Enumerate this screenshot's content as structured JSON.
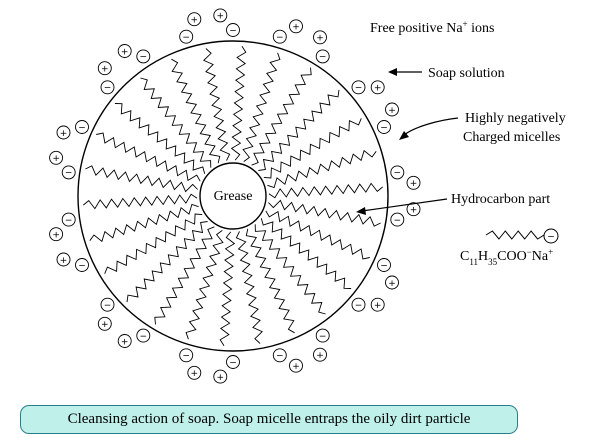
{
  "core_label": "Grease",
  "labels": {
    "free_ions": {
      "text": "Free positive Na",
      "sup": "+",
      "tail": " ions"
    },
    "soap_solution": "Soap solution",
    "micelle_line1": "Highly negatively",
    "micelle_line2": "Charged micelles",
    "hydrocarbon": "Hydrocarbon part",
    "formula": {
      "c": "C",
      "c_sub": "11",
      "h": "H",
      "h_sub": "35",
      "group": "COO",
      "minus": "−",
      "na": "Na",
      "plus": "+"
    }
  },
  "caption": "Cleansing action of soap. Soap micelle entraps the oily dirt particle",
  "ion_symbols": {
    "negative": "−",
    "positive": "+",
    "cation_name": "Na"
  }
}
